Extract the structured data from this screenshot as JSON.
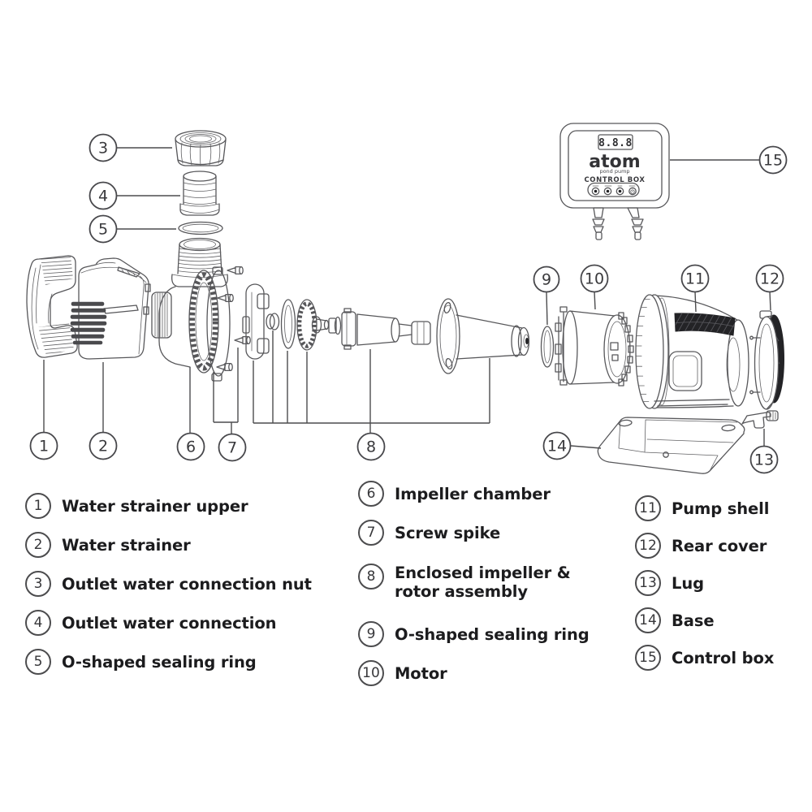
{
  "diagram": {
    "callouts": [
      {
        "n": "1"
      },
      {
        "n": "2"
      },
      {
        "n": "3"
      },
      {
        "n": "4"
      },
      {
        "n": "5"
      },
      {
        "n": "6"
      },
      {
        "n": "7"
      },
      {
        "n": "8"
      },
      {
        "n": "9"
      },
      {
        "n": "10"
      },
      {
        "n": "11"
      },
      {
        "n": "12"
      },
      {
        "n": "13"
      },
      {
        "n": "14"
      },
      {
        "n": "15"
      }
    ],
    "control_box": {
      "display": "8.8.8",
      "brand": "atom",
      "brand_sub": "pond pump",
      "label": "CONTROL BOX",
      "buttons": [
        {
          "icon": "round-button"
        },
        {
          "icon": "round-button"
        },
        {
          "icon": "round-button"
        },
        {
          "icon": "power-button"
        }
      ]
    }
  },
  "legend": {
    "columns": [
      {
        "items": [
          {
            "n": "1",
            "label": "Water strainer upper"
          },
          {
            "n": "2",
            "label": "Water strainer"
          },
          {
            "n": "3",
            "label": "Outlet water connection nut"
          },
          {
            "n": "4",
            "label": "Outlet water connection"
          },
          {
            "n": "5",
            "label": "O-shaped sealing ring"
          }
        ]
      },
      {
        "items": [
          {
            "n": "6",
            "label": "Impeller chamber"
          },
          {
            "n": "7",
            "label": "Screw spike"
          },
          {
            "n": "8",
            "label": "Enclosed impeller & rotor assembly"
          },
          {
            "n": "9",
            "label": "O-shaped sealing ring"
          },
          {
            "n": "10",
            "label": "Motor"
          }
        ]
      },
      {
        "items": [
          {
            "n": "11",
            "label": "Pump shell"
          },
          {
            "n": "12",
            "label": "Rear cover"
          },
          {
            "n": "13",
            "label": "Lug"
          },
          {
            "n": "14",
            "label": "Base"
          },
          {
            "n": "15",
            "label": "Control box"
          }
        ]
      }
    ]
  },
  "colors": {
    "line": "#57575a",
    "callout": "#47474b",
    "dark_fill": "#232326",
    "text": "#1c1c1e",
    "background": "#ffffff"
  }
}
